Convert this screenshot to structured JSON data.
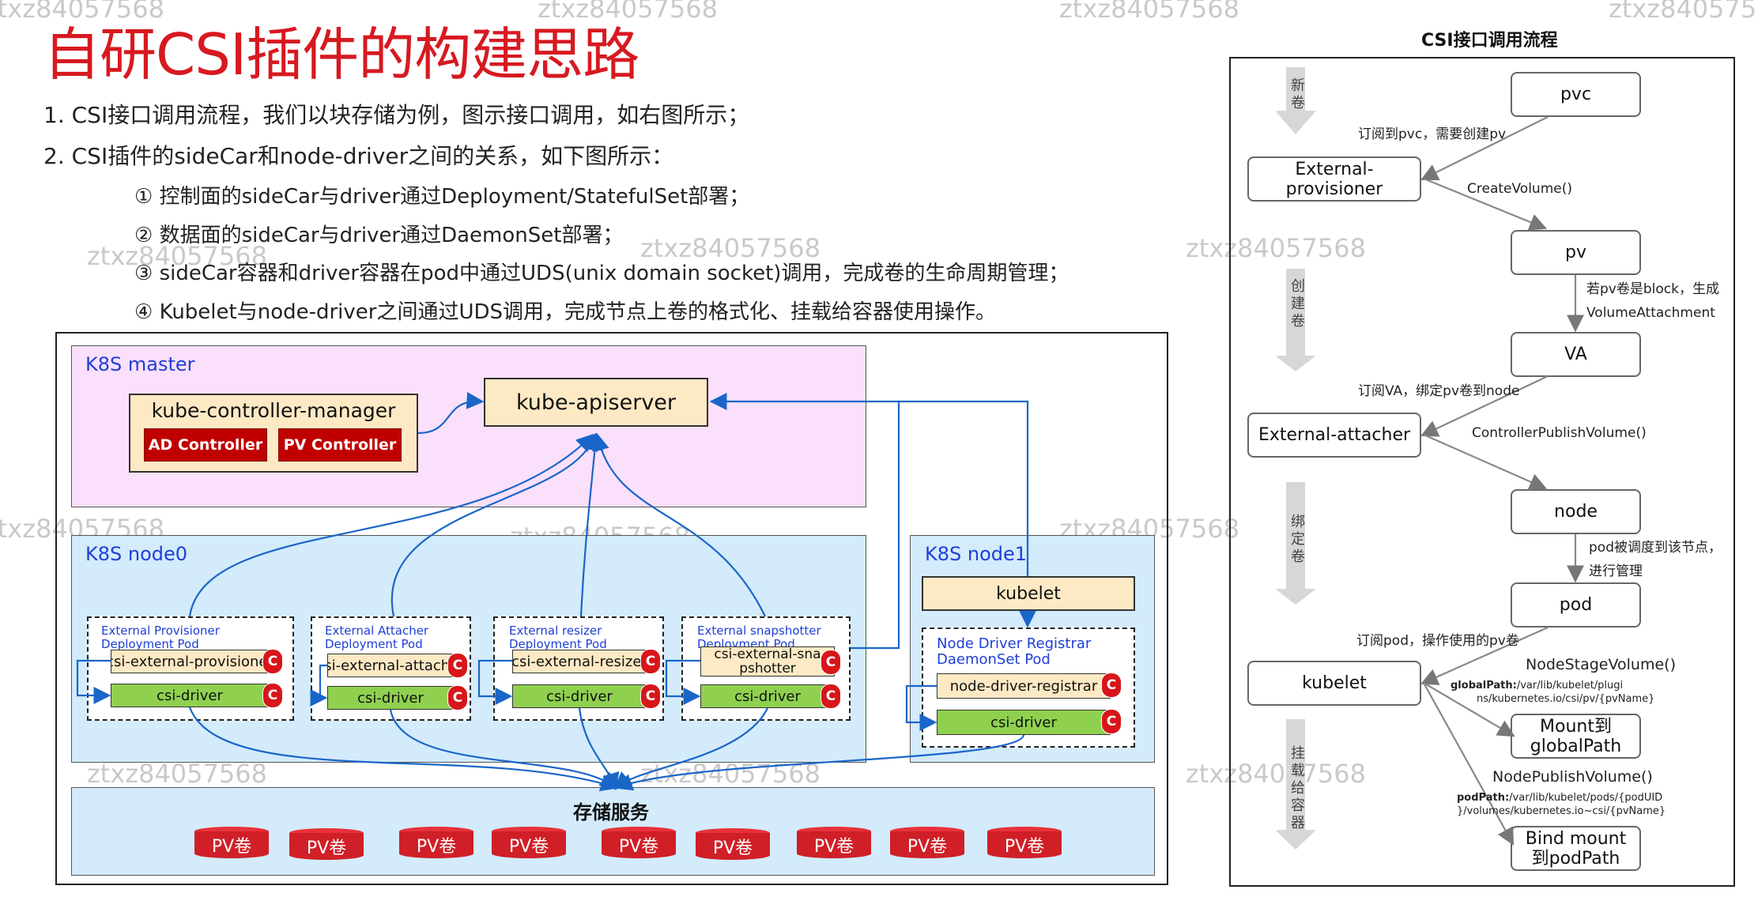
{
  "title": "自研CSI插件的构建思路",
  "bullets": [
    "1.  CSI接口调用流程，我们以块存储为例，图示接口调用，如右图所示；",
    "2.  CSI插件的sideCar和node-driver之间的关系，如下图所示："
  ],
  "subbullets": [
    "①  控制面的sideCar与driver通过Deployment/StatefulSet部署；",
    "②  数据面的sideCar与driver通过DaemonSet部署；",
    "③  sideCar容器和driver容器在pod中通过UDS(unix domain socket)调用，完成卷的生命周期管理；",
    "④  Kubelet与node-driver之间通过UDS调用，完成节点上卷的格式化、挂载给容器使用操作。"
  ],
  "watermark": "ztxz84057568",
  "arch": {
    "master_label": "K8S master",
    "kcm_label": "kube-controller-manager",
    "ad_controller": "AD Controller",
    "pv_controller": "PV Controller",
    "apiserver": "kube-apiserver",
    "node0_label": "K8S node0",
    "node1_label": "K8S node1",
    "kubelet": "kubelet",
    "c_icon": "C",
    "pods": [
      {
        "label1": "External Provisioner",
        "label2": "Deployment Pod",
        "sidecar": "csi-external-provisioner",
        "driver": "csi-driver"
      },
      {
        "label1": "External Attacher",
        "label2": "Deployment Pod",
        "sidecar": "csi-external-attacher",
        "driver": "csi-driver"
      },
      {
        "label1": "External resizer",
        "label2": "Deployment Pod",
        "sidecar": "csi-external-resizer",
        "driver": "csi-driver"
      },
      {
        "label1": "External snapshotter",
        "label2": "Deployment Pod",
        "sidecar": "csi-external-snapshotter",
        "driver": "csi-driver"
      }
    ],
    "node_pod": {
      "label1": "Node Driver Registrar",
      "label2": "DaemonSet Pod",
      "sidecar": "node-driver-registrar",
      "driver": "csi-driver"
    },
    "storage_label": "存储服务",
    "pv_items": [
      "PV卷",
      "PV卷",
      "PV卷",
      "PV卷",
      "PV卷",
      "PV卷",
      "PV卷",
      "PV卷",
      "PV卷"
    ]
  },
  "flow": {
    "title": "CSI接口调用流程",
    "stages": [
      "新卷",
      "创建卷",
      "绑定卷",
      "挂载给容器"
    ],
    "nodes": {
      "pvc": "pvc",
      "provisioner": "External-provisioner",
      "pv": "pv",
      "va": "VA",
      "attacher": "External-attacher",
      "node": "node",
      "pod": "pod",
      "kubelet": "kubelet",
      "mount": "Mount到globalPath",
      "bind": "Bind mount到podPath"
    },
    "labels": {
      "sub_pvc": "订阅到pvc，需要创建pv",
      "create_volume": "CreateVolume()",
      "block_1": "若pv卷是block，生成",
      "block_2": "VolumeAttachment",
      "sub_va": "订阅VA，绑定pv卷到node",
      "publish": "ControllerPublishVolume()",
      "sched_1": "pod被调度到该节点，",
      "sched_2": "进行管理",
      "sub_pod": "订阅pod，操作使用的pv卷",
      "stage": "NodeStageVolume()",
      "global_key": "globalPath:",
      "global_val1": "/var/lib/kubelet/plugi",
      "global_val2": "ns/kubernetes.io/csi/pv/{pvName}",
      "node_publish": "NodePublishVolume()",
      "pod_key": "podPath:",
      "pod_val1": "/var/lib/kubelet/pods/{podUID",
      "pod_val2": "}/volumes/kubernetes.io~csi/{pvName}"
    }
  }
}
